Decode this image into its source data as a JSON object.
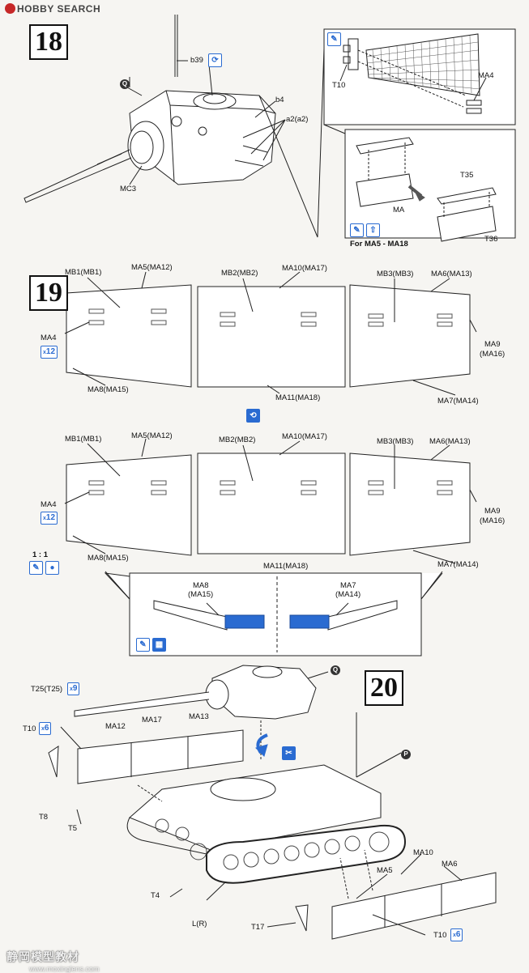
{
  "header": {
    "site": "HOBBY SEARCH"
  },
  "watermark": {
    "line1": "静岡模型教材",
    "line2": "www.moxinglens.com"
  },
  "step18": {
    "number": "18",
    "labels": {
      "b39": "b39",
      "q": "Q",
      "b4": "b4",
      "a2": "a2(a2)",
      "mc3": "MC3",
      "t10": "T10",
      "ma4": "MA4",
      "ma": "MA",
      "t35": "T35",
      "t36": "T36"
    },
    "note": "For MA5 - MA18"
  },
  "step19": {
    "number": "19",
    "top": {
      "mb1": "MB1(MB1)",
      "ma5": "MA5(MA12)",
      "mb2": "MB2(MB2)",
      "ma10": "MA10(MA17)",
      "mb3": "MB3(MB3)",
      "ma6": "MA6(MA13)",
      "ma4": "MA4",
      "ma9a": "MA9",
      "ma9b": "(MA16)",
      "ma8": "MA8(MA15)",
      "ma11": "MA11(MA18)",
      "ma7": "MA7(MA14)",
      "count": "12"
    },
    "bottom": {
      "mb1": "MB1(MB1)",
      "ma5": "MA5(MA12)",
      "mb2": "MB2(MB2)",
      "ma10": "MA10(MA17)",
      "mb3": "MB3(MB3)",
      "ma6": "MA6(MA13)",
      "ma4": "MA4",
      "ma9a": "MA9",
      "ma9b": "(MA16)",
      "ma8": "MA8(MA15)",
      "ma11": "MA11(MA18)",
      "ma7": "MA7(MA14)",
      "count": "12",
      "scale": "1 : 1"
    },
    "detail": {
      "ma8a": "MA8",
      "ma8b": "(MA15)",
      "ma7a": "MA7",
      "ma7b": "(MA14)"
    }
  },
  "step20": {
    "number": "20",
    "labels": {
      "q": "Q",
      "p": "P",
      "t25": "T25(T25)",
      "t25count": "9",
      "t10": "T10",
      "t10count": "6",
      "ma12": "MA12",
      "ma17": "MA17",
      "ma13": "MA13",
      "t8": "T8",
      "t5": "T5",
      "t4": "T4",
      "lr": "L(R)",
      "t17": "T17",
      "ma10": "MA10",
      "ma6": "MA6",
      "ma5": "MA5",
      "t10b": "T10",
      "t10bcount": "6"
    }
  },
  "colors": {
    "accent": "#2a6bd1",
    "ink": "#111111"
  },
  "icons": [
    "paint-brush-icon",
    "glue-icon",
    "rotate-icon",
    "scissors-icon",
    "swap-icon"
  ]
}
